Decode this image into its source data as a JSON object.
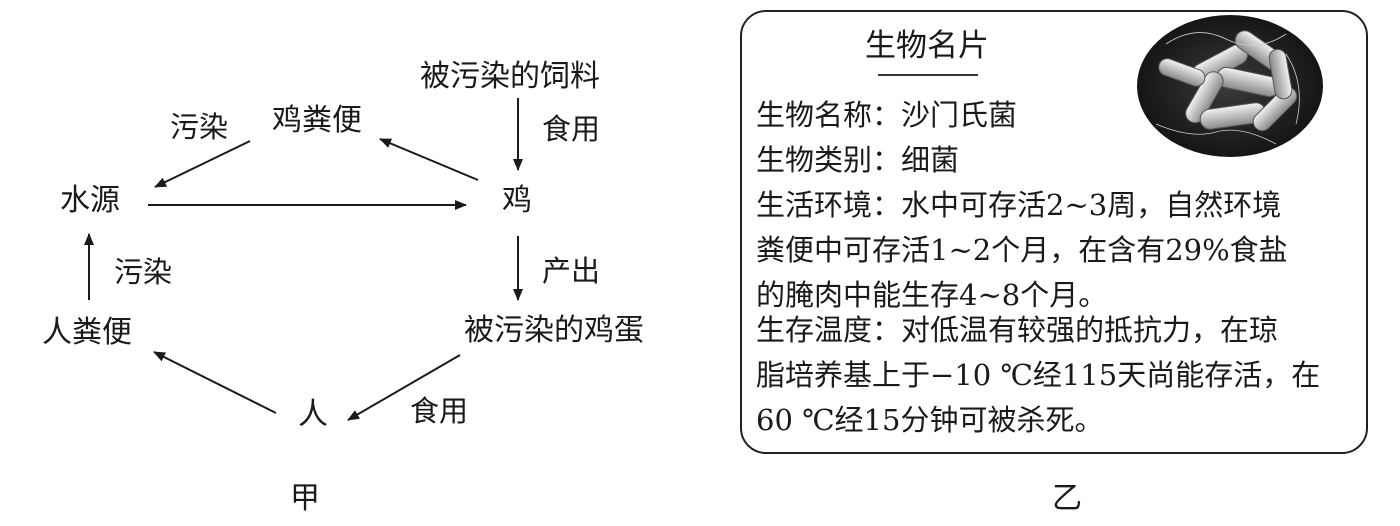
{
  "diagram_jia": {
    "nodes": {
      "feed": "被污染的饲料",
      "chicken_feces": "鸡粪便",
      "water": "水源",
      "chicken": "鸡",
      "human_feces": "人粪便",
      "egg": "被污染的鸡蛋",
      "human": "人"
    },
    "edge_labels": {
      "eat_1": "食用",
      "pollute_1": "污染",
      "produce": "产出",
      "pollute_2": "污染",
      "eat_2": "食用"
    },
    "caption": "甲"
  },
  "card_yi": {
    "title": "生物名片",
    "lines": [
      "生物名称：沙门氏菌",
      "生物类别：细菌",
      "生活环境：水中可存活2~3周，自然环境",
      "粪便中可存活1~2个月，在含有29%食盐",
      "的腌肉中能生存4~8个月。",
      "生存温度：对低温有较强的抵抗力，在琼",
      "脂培养基上于−10 ℃经115天尚能存活，在",
      "60 ℃经15分钟可被杀死。"
    ],
    "caption": "乙"
  }
}
